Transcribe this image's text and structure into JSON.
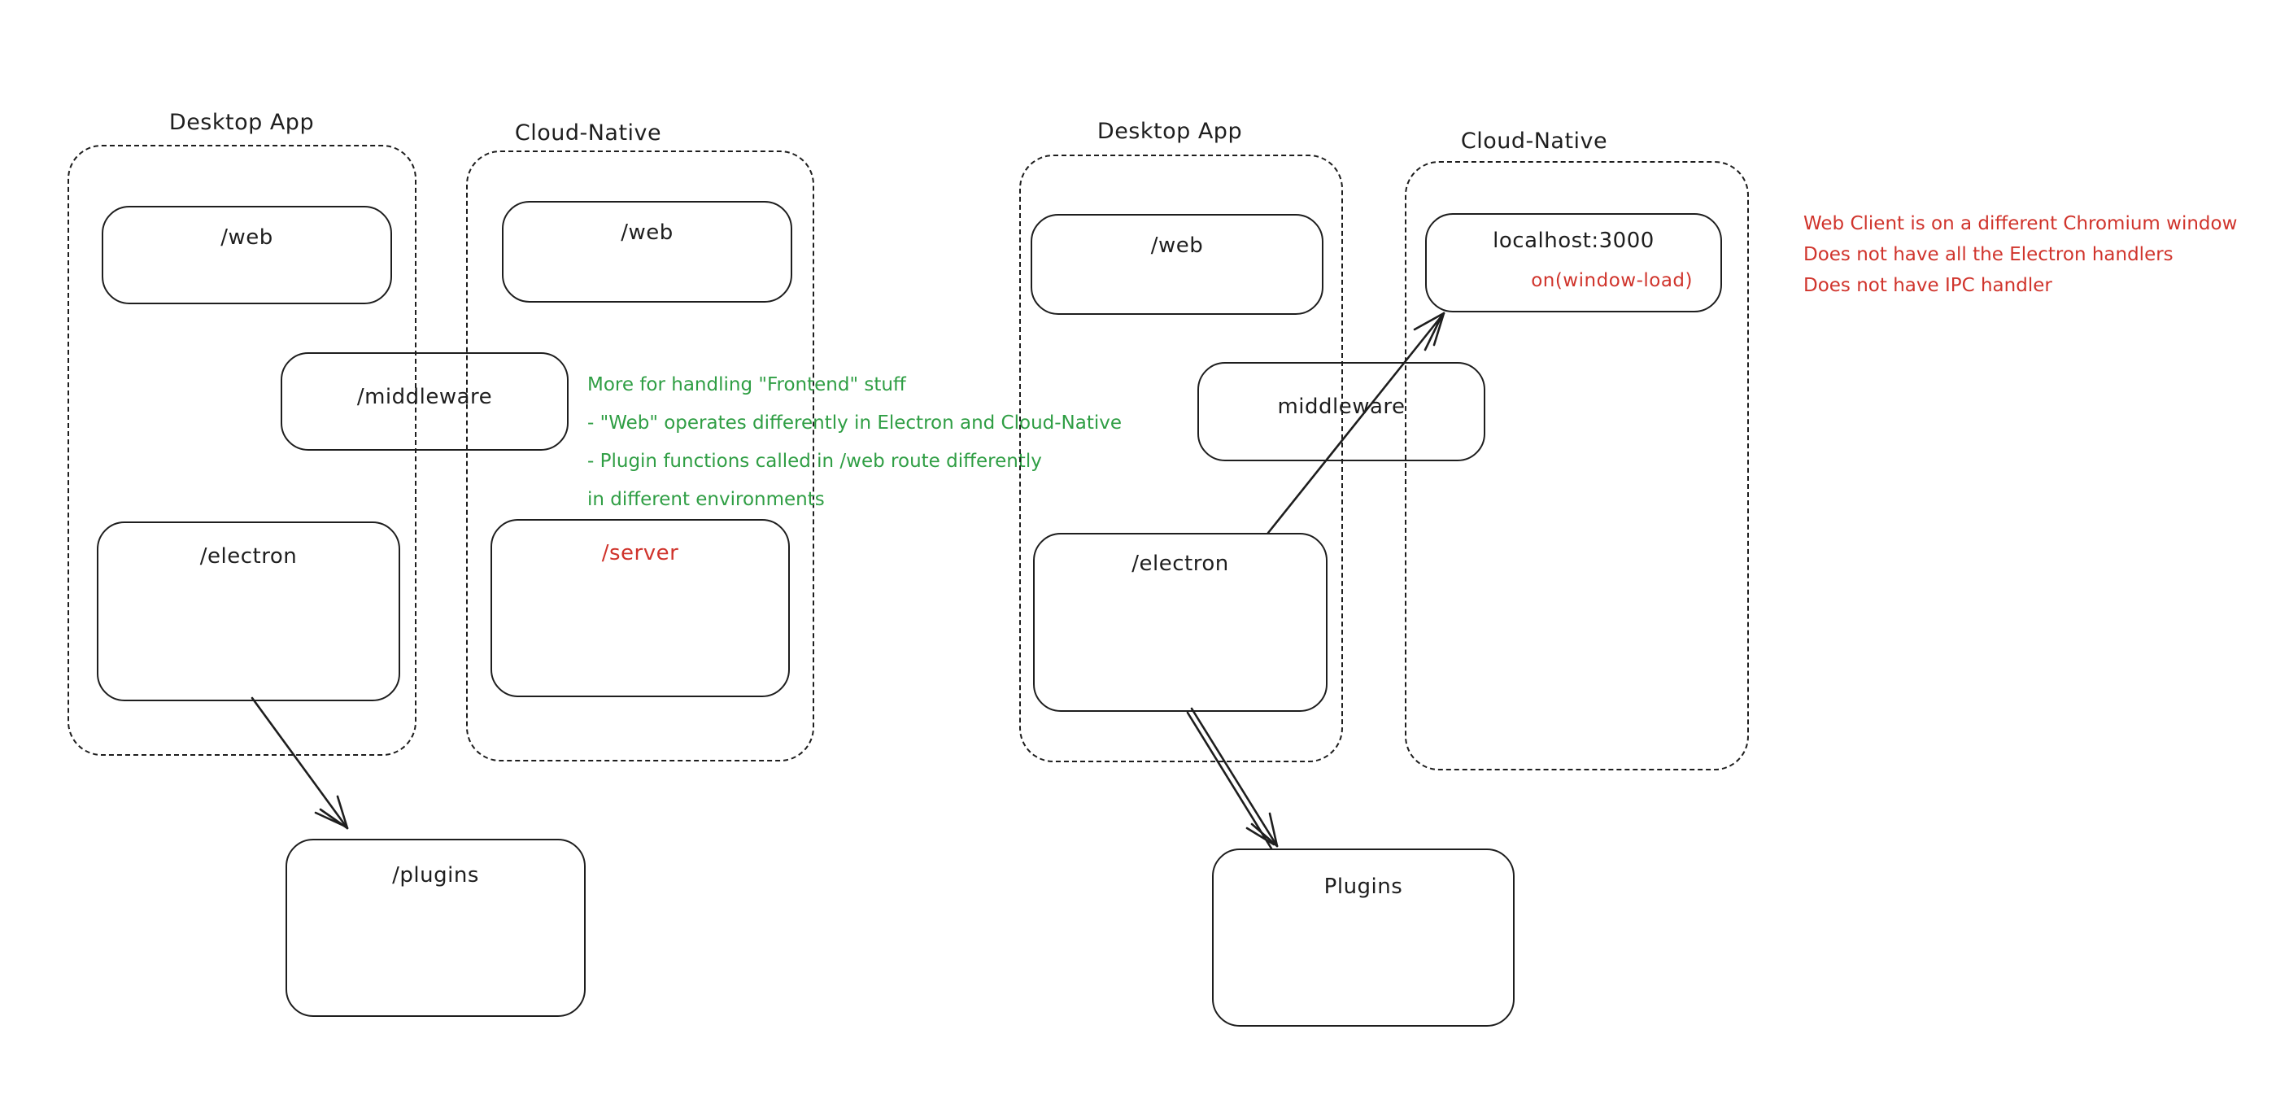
{
  "canvas": {
    "background": "#ffffff",
    "stroke_color": "#1e1e1e",
    "red_color": "#d0342c",
    "green_color": "#2f9e44"
  },
  "left_diagram": {
    "desktop_container_label": "Desktop App",
    "cloud_container_label": "Cloud-Native",
    "web_desktop_label": "/web",
    "web_cloud_label": "/web",
    "middleware_label": "/middleware",
    "electron_label": "/electron",
    "server_label": "/server",
    "plugins_label": "/plugins",
    "note_green": {
      "lines": [
        "More for handling \"Frontend\" stuff",
        "- \"Web\" operates differently in Electron and Cloud-Native",
        "- Plugin functions called in /web route differently",
        "in different environments"
      ]
    }
  },
  "right_diagram": {
    "desktop_container_label": "Desktop App",
    "cloud_container_label": "Cloud-Native",
    "web_desktop_label": "/web",
    "localhost_label": "localhost:3000",
    "window_load_label": "on(window-load)",
    "middleware_label": "middleware",
    "electron_label": "/electron",
    "plugins_label": "Plugins",
    "note_red": {
      "lines": [
        "Web Client is on a different Chromium window",
        "Does not have all the Electron handlers",
        "Does not have IPC handler"
      ]
    }
  }
}
